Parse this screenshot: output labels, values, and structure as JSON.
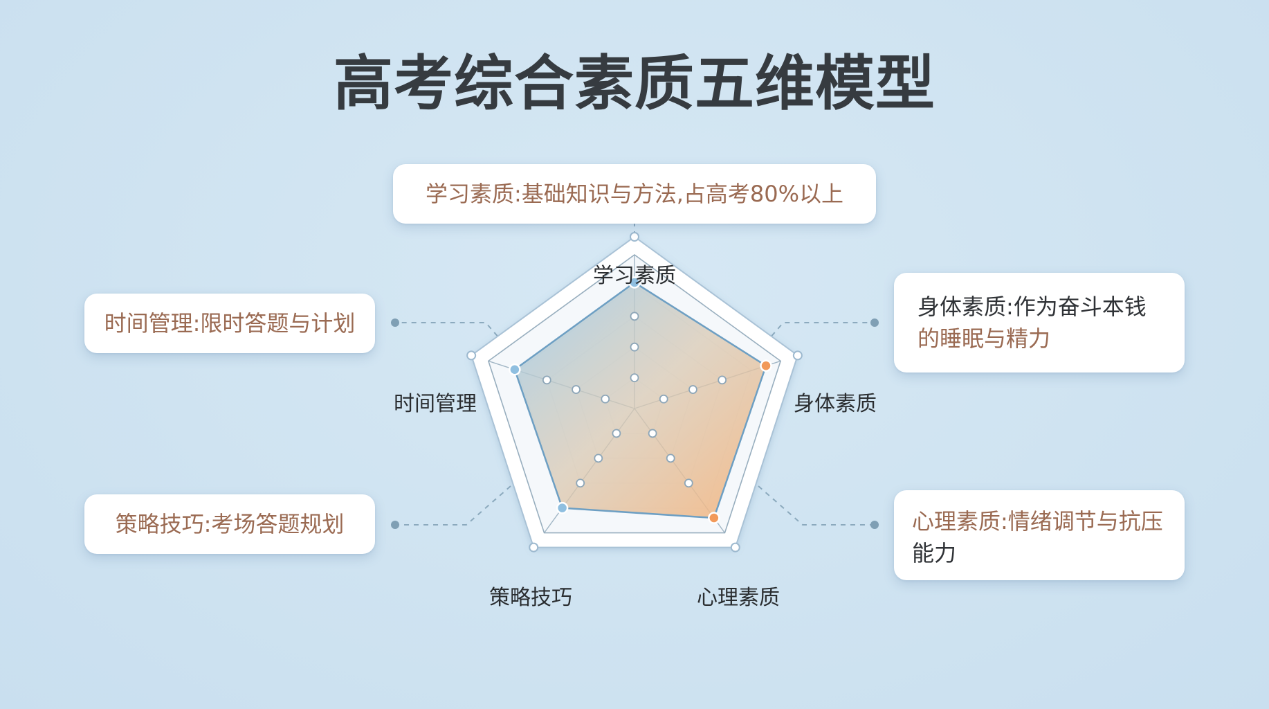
{
  "title": "高考综合素质五维模型",
  "dimensions": [
    {
      "label": "学习素质"
    },
    {
      "label": "身体素质"
    },
    {
      "label": "心理素质"
    },
    {
      "label": "策略技巧"
    },
    {
      "label": "时间管理"
    }
  ],
  "cards": {
    "learning": {
      "text": "学习素质:基础知识与方法,占高考80%以上"
    },
    "physical": {
      "line1": "身体素质:作为奋斗本钱",
      "line2": "的睡眠与精力"
    },
    "psychological": {
      "line1": "心理素质:情绪调节与抗压",
      "line2": "能力"
    },
    "strategy": {
      "text": "策略技巧:考场答题规划"
    },
    "time": {
      "text": "时间管理:限时答题与计划"
    }
  },
  "chart_data": {
    "type": "radar",
    "categories": [
      "学习素质",
      "身体素质",
      "心理素质",
      "策略技巧",
      "时间管理"
    ],
    "values": [
      0.82,
      0.9,
      0.88,
      0.8,
      0.82
    ],
    "max": 1.0,
    "grid_levels": [
      0.2,
      0.4,
      0.6,
      0.8,
      1.0
    ],
    "colors": {
      "fill_start": "#9ccbea",
      "fill_end": "#f6b47c",
      "outline": "#6d9fc3",
      "point_learning": "#8fbfe0",
      "point_physical": "#f29a5a",
      "grid": "#8da6b8",
      "leader": "#7f9fb4"
    }
  },
  "colors": {
    "card_text_brown": "#9a6a52",
    "card_text_dark": "#2f3236",
    "title": "#363b40",
    "background": "#d0e4f2"
  }
}
